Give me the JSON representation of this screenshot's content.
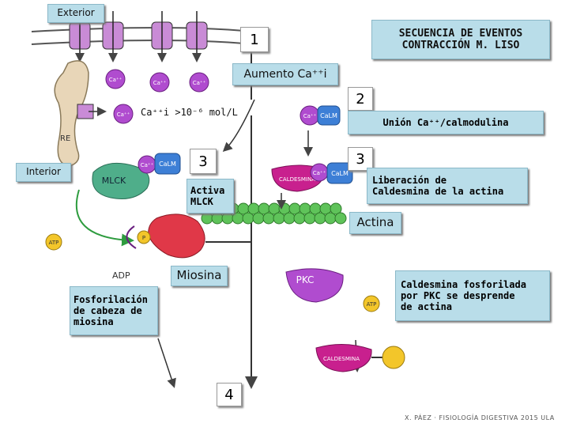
{
  "labels": {
    "exterior": "Exterior",
    "interior": "Interior",
    "title_line1": "SECUENCIA DE EVENTOS",
    "title_line2": "CONTRACCIÓN M. LISO",
    "step1": "1",
    "step2": "2",
    "step3_left": "3",
    "step3_right": "3",
    "step4": "4",
    "aumento_ca": "Aumento Ca⁺⁺i",
    "ca_threshold": "Ca⁺⁺i >10⁻⁶ mol/L",
    "union_ca": "Unión Ca⁺⁺/calmodulina",
    "activa_line1": "Activa",
    "activa_line2": "MLCK",
    "liberacion_line1": "Liberación de",
    "liberacion_line2": "Caldesmina de la actina",
    "actina": "Actina",
    "miosina": "Miosina",
    "fosforilacion_line1": "Fosforilación",
    "fosforilacion_line2": "de cabeza de",
    "fosforilacion_line3": "miosina",
    "caldesmina_line1": "Caldesmina fosforilada",
    "caldesmina_line2": "por PKC se desprende",
    "caldesmina_line3": "de actina",
    "credit": "X. PÁEZ · FISIOLOGÍA DIGESTIVA 2015 ULA"
  },
  "drawing_text": {
    "re": "RE",
    "mlck": "MLCK",
    "calm": "CaLM",
    "ca_ion": "Ca⁺⁺",
    "atp": "ATP",
    "adp": "ADP",
    "p": "P",
    "pkc": "PKC",
    "caldesmina": "CALDESMINA"
  },
  "colors": {
    "label_box": "#b9dde9",
    "calcium_purple": "#b04ccf",
    "channel_violet": "#c98bd6",
    "membrane_line": "#555555",
    "arrow_green": "#2e9c3f",
    "mlck_green": "#4fae8a",
    "calmodulin_blue": "#3d7fd6",
    "myosin_red": "#e03848",
    "actin_green": "#5fc35a",
    "caldesmon_magenta": "#c8208e",
    "atp_yellow": "#f3c62a",
    "er_beige": "#e8d6b8"
  }
}
